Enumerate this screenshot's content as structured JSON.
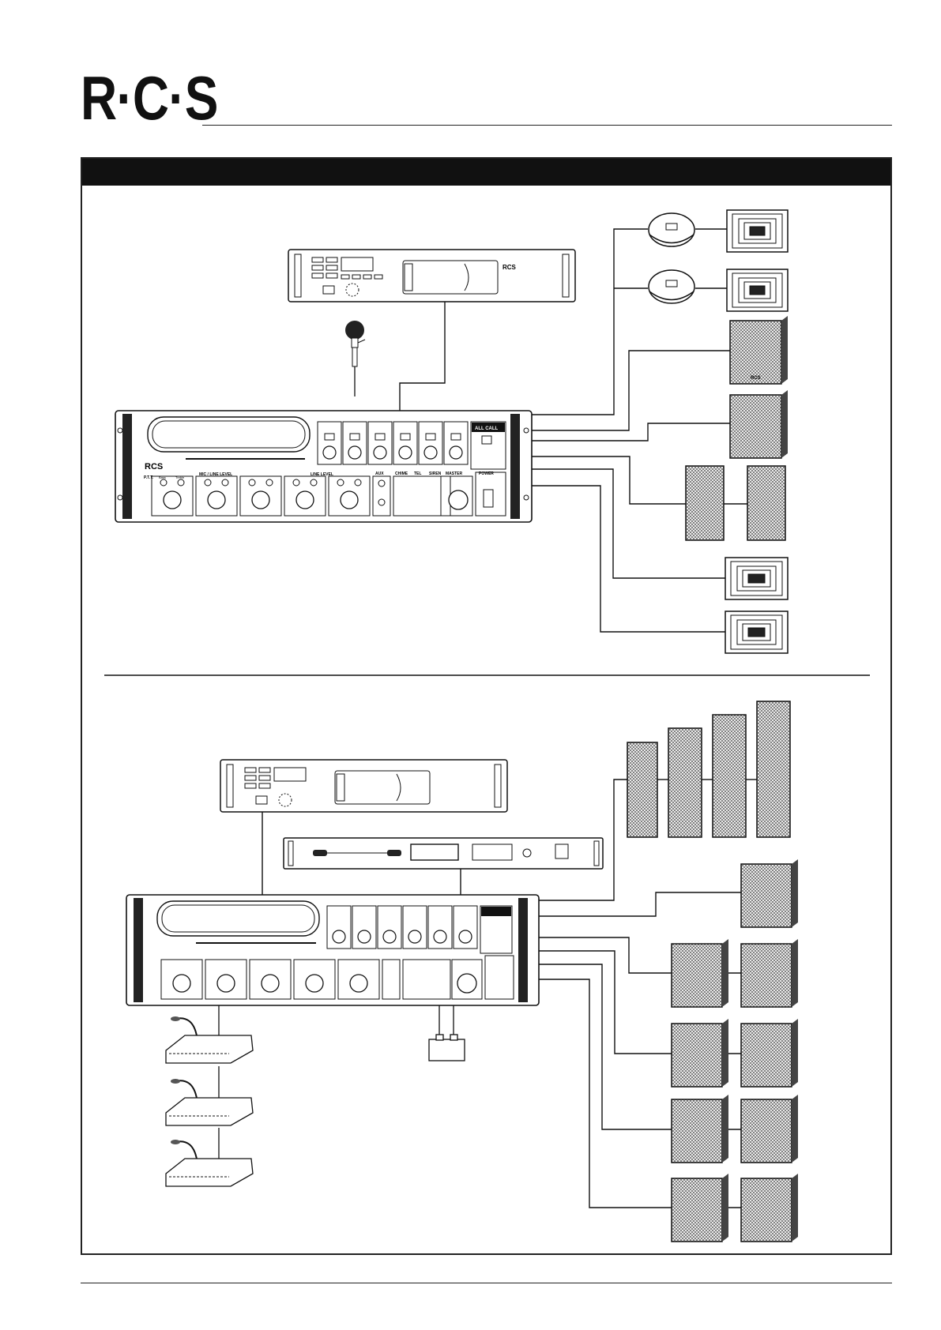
{
  "brand": {
    "logo_text": "R·C·S"
  },
  "header": {
    "title": ""
  },
  "devices": {
    "tuner_label": "RCS",
    "amp_brand": "RCS",
    "mic_line_level": "MIC / LINE LEVEL",
    "line_level": "LINE LEVEL",
    "all_call": "ALL CALL",
    "master": "MASTER",
    "power": "POWER",
    "aux": "AUX",
    "chime": "CHIME",
    "tel": "TEL",
    "siren": "SIREN",
    "ptt": "P.T.T.",
    "bass": "Bass",
    "treble": "Treble",
    "speaker_brand": "RCS"
  },
  "colors": {
    "ink": "#111111",
    "paper": "#ffffff",
    "grille": "#8a8a8a"
  }
}
